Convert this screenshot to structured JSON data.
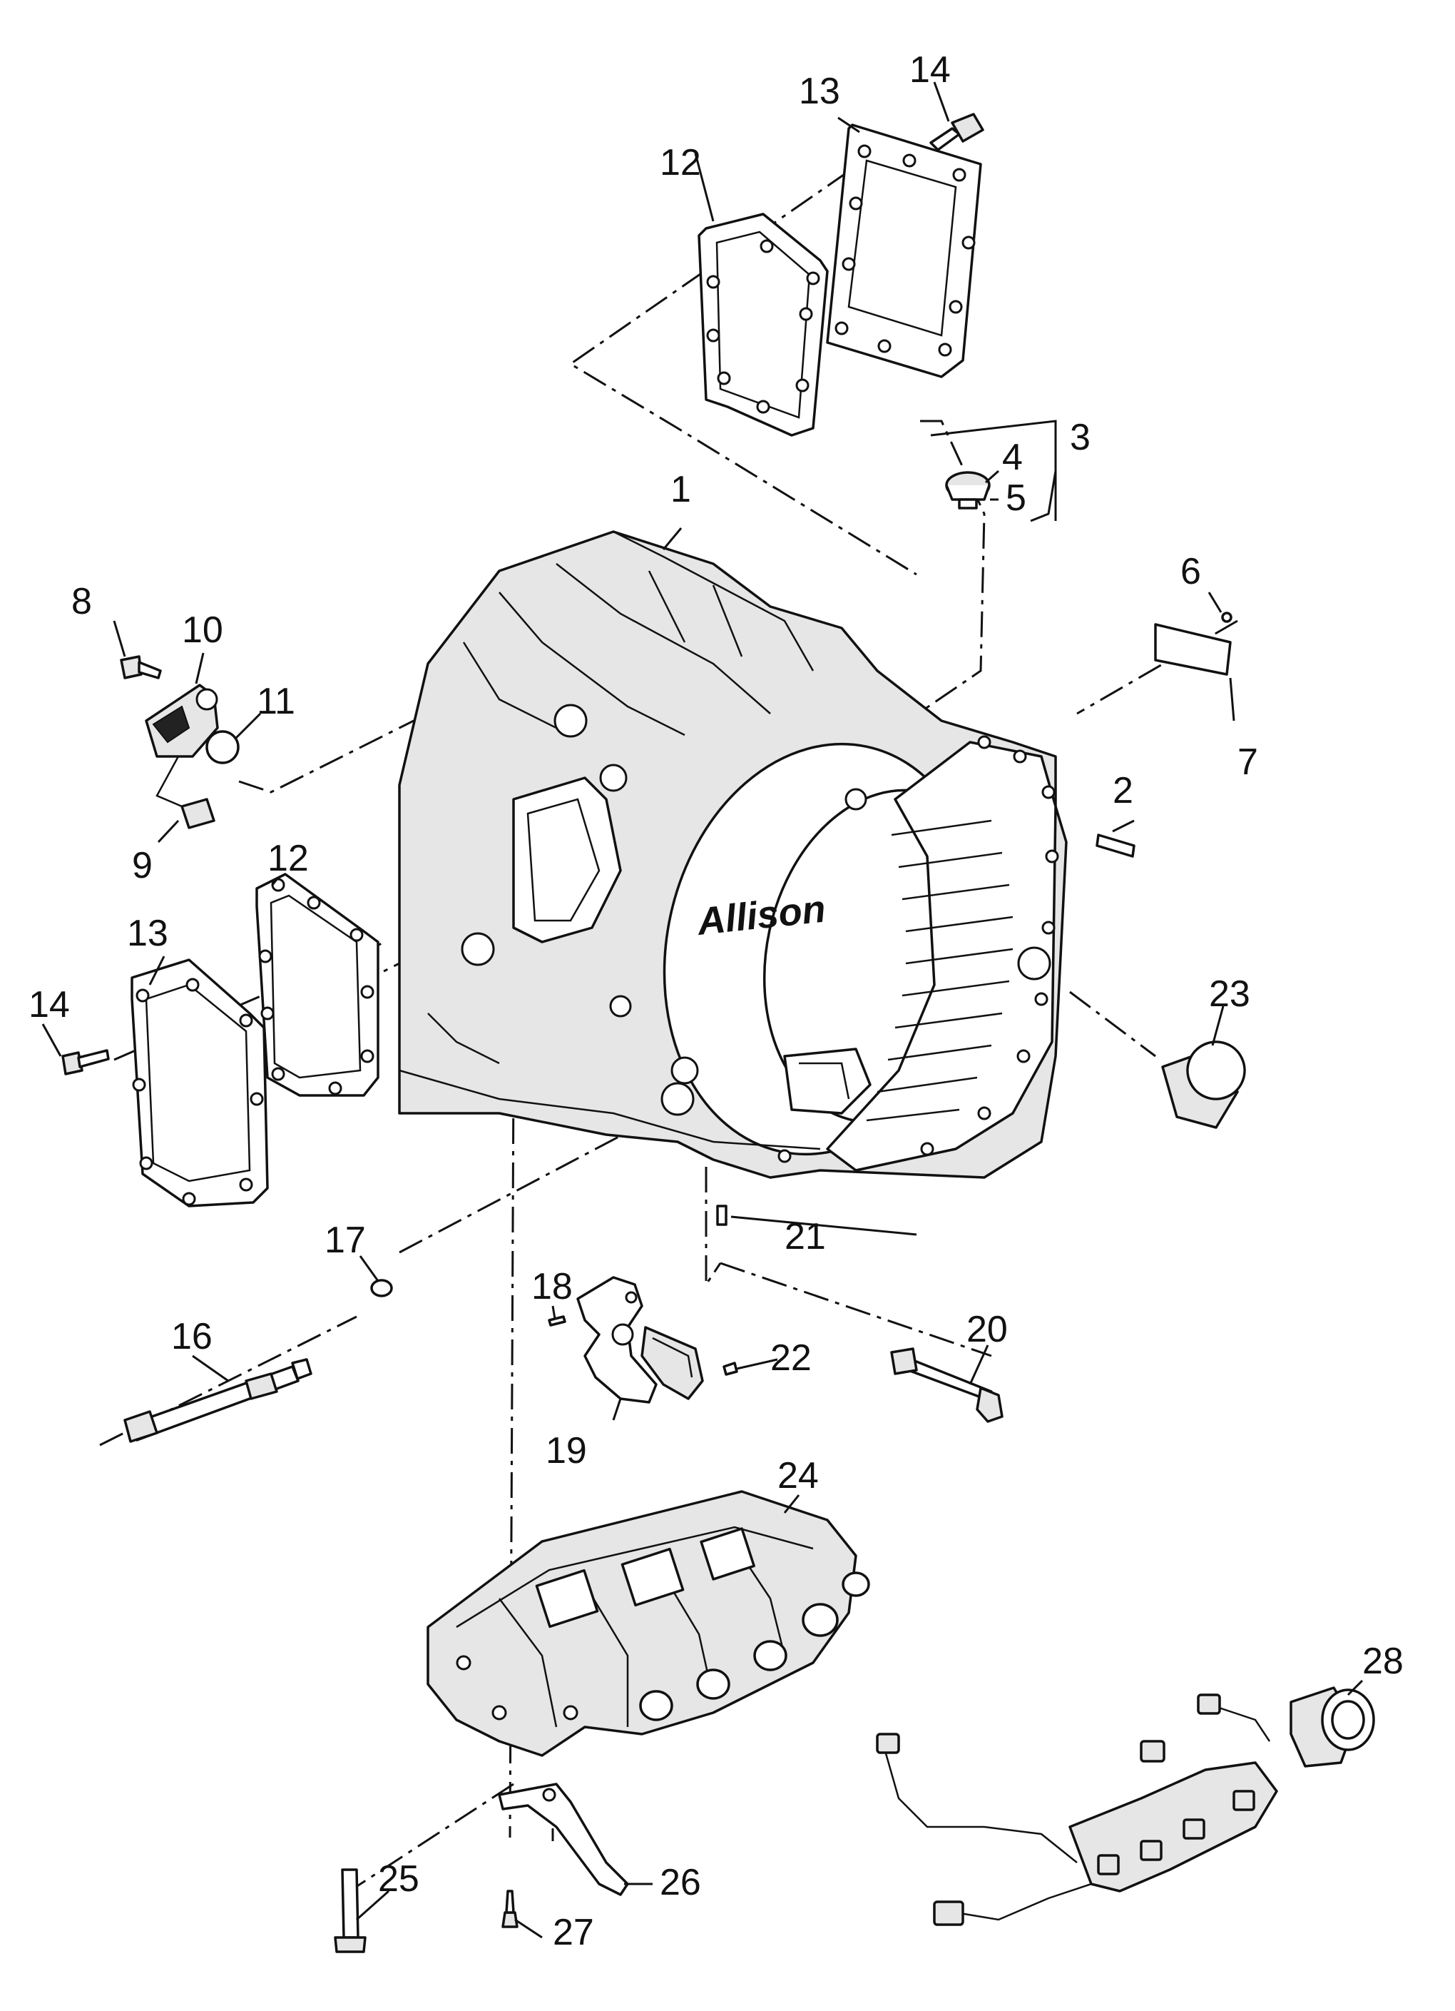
{
  "diagram": {
    "title": "",
    "housing_stamp": "Allison",
    "callouts": {
      "c1": "1",
      "c2": "2",
      "c3": "3",
      "c4": "4",
      "c5": "5",
      "c6": "6",
      "c7": "7",
      "c8": "8",
      "c9": "9",
      "c10": "10",
      "c11": "11",
      "c12a": "12",
      "c12b": "12",
      "c13a": "13",
      "c13b": "13",
      "c14a": "14",
      "c14b": "14",
      "c16": "16",
      "c17": "17",
      "c18": "18",
      "c19": "19",
      "c20": "20",
      "c21": "21",
      "c22": "22",
      "c23": "23",
      "c24": "24",
      "c25": "25",
      "c26": "26",
      "c27": "27",
      "c28": "28"
    }
  }
}
